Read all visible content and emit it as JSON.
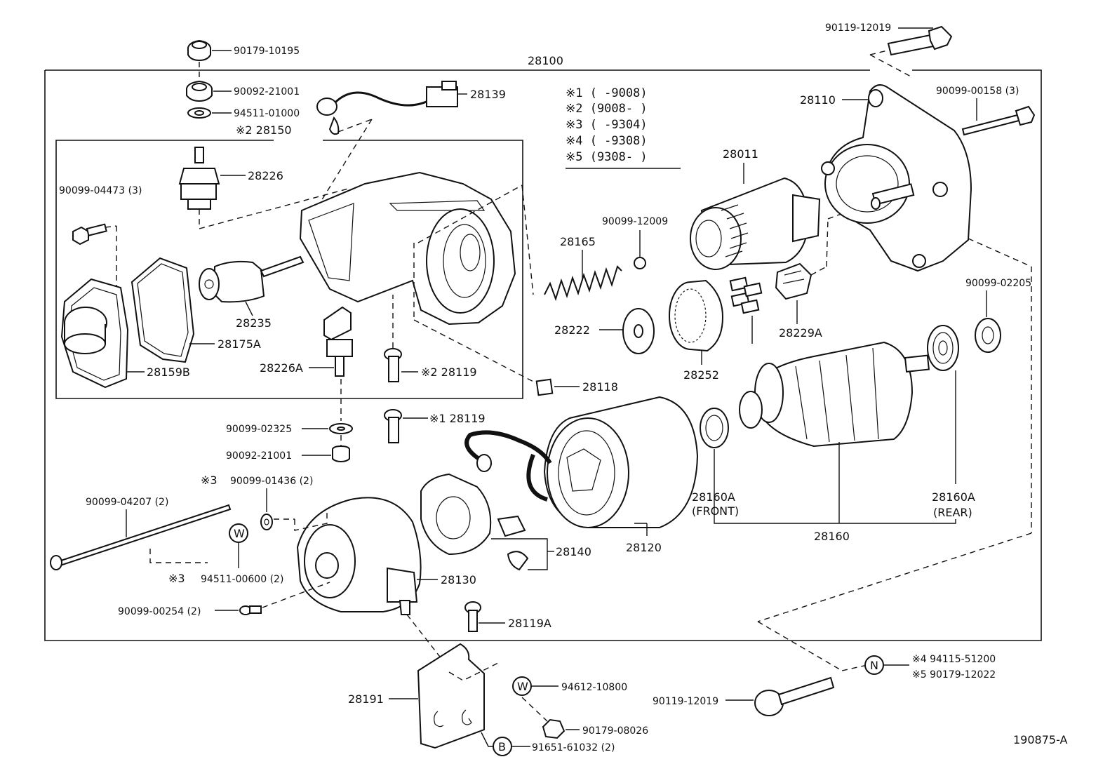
{
  "diagram": {
    "assembly_label": "28100",
    "figure_id": "190875-A",
    "notes": [
      "※1 (      -9008)",
      "※2 (9008-      )",
      "※3 (      -9304)",
      "※4 (      -9308)",
      "※5 (9308-      )"
    ],
    "labels": {
      "p90179_10195": "90179-10195",
      "p90092_21001_top": "90092-21001",
      "p94511_01000": "94511-01000",
      "p28150": "※2 28150",
      "p28226": "28226",
      "p90099_04473": "90099-04473 (3)",
      "p28139": "28139",
      "p28235": "28235",
      "p28175A": "28175A",
      "p28159B": "28159B",
      "p28226A": "28226A",
      "p28119_2": "※2 28119",
      "p28119_1": "※1 28119",
      "p90099_02325": "90099-02325",
      "p90092_21001_b": "90092-21001",
      "p90099_01436": "90099-01436 (2)",
      "mark3_a": "※3",
      "p90099_04207": "90099-04207 (2)",
      "p94511_00600": "94511-00600 (2)",
      "mark3_b": "※3",
      "p28130": "28130",
      "p90099_00254": "90099-00254 (2)",
      "p28140": "28140",
      "p28120": "28120",
      "p28119A": "28119A",
      "p28191": "28191",
      "p94612_10800": "94612-10800",
      "p90179_08026": "90179-08026",
      "p91651_61032": "91651-61032 (2)",
      "p28165": "28165",
      "p90099_12009": "90099-12009",
      "p28011": "28011",
      "p28222": "28222",
      "p28252": "28252",
      "p28229A": "28229A",
      "p28118": "28118",
      "p28110": "28110",
      "p90119_12019_top": "90119-12019",
      "p90099_00158": "90099-00158 (3)",
      "p90099_02205": "90099-02205",
      "p28160A_front": "28160A",
      "front": "(FRONT)",
      "p28160A_rear": "28160A",
      "rear": "(REAR)",
      "p28160": "28160",
      "p90119_12019_bot": "90119-12019",
      "p94115_51200": "※4 94115-51200",
      "p90179_12022": "※5 90179-12022"
    },
    "circle_marks": {
      "w1": "W",
      "w2": "W",
      "b": "B",
      "n": "N"
    }
  }
}
